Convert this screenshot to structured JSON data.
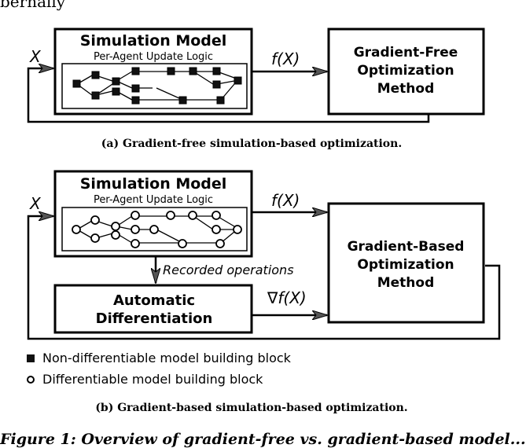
{
  "top_fragment": "bernally",
  "panel_a": {
    "input_label": "X",
    "sim_title": "Simulation Model",
    "sim_subtitle": "Per-Agent Update Logic",
    "output_label": "f(X)",
    "optimizer": [
      "Gradient-Free",
      "Optimization",
      "Method"
    ],
    "caption": "(a) Gradient-free simulation-based optimization."
  },
  "panel_b": {
    "input_label": "X",
    "sim_title": "Simulation Model",
    "sim_subtitle": "Per-Agent Update Logic",
    "output_label": "f(X)",
    "recorded_label": "Recorded operations",
    "ad_box": [
      "Automatic",
      "Differentiation"
    ],
    "grad_label": "∇f(X)",
    "optimizer": [
      "Gradient-Based",
      "Optimization",
      "Method"
    ],
    "caption": "(b) Gradient-based simulation-based optimization."
  },
  "legend": {
    "non_diff": "Non-differentiable model building block",
    "diff": "Differentiable model building block"
  },
  "figure_fragment": "Figure 1: Overview of gradient-free vs. gradient-based model..."
}
